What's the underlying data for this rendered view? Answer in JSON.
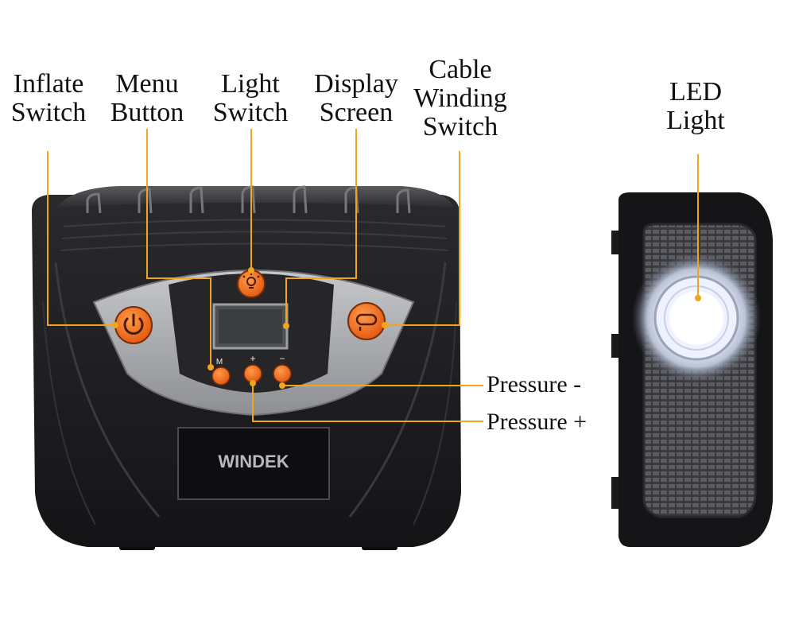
{
  "labels": {
    "inflate_switch": [
      "Inflate",
      "Switch"
    ],
    "menu_button": [
      "Menu",
      "Button"
    ],
    "light_switch": [
      "Light",
      "Switch"
    ],
    "display_screen": [
      "Display",
      "Screen"
    ],
    "cable_winding_switch": [
      "Cable",
      "Winding",
      "Switch"
    ],
    "led_light": [
      "LED",
      "Light"
    ],
    "pressure_minus": "Pressure -",
    "pressure_plus": "Pressure +"
  },
  "device": {
    "brand": "WINDEK",
    "button_m": "M",
    "button_plus": "+",
    "button_minus": "−"
  },
  "colors": {
    "leader": "#f0a51c",
    "button": "#f26a1b",
    "body": "#1e1e20",
    "panel": "#a7a9ac"
  }
}
